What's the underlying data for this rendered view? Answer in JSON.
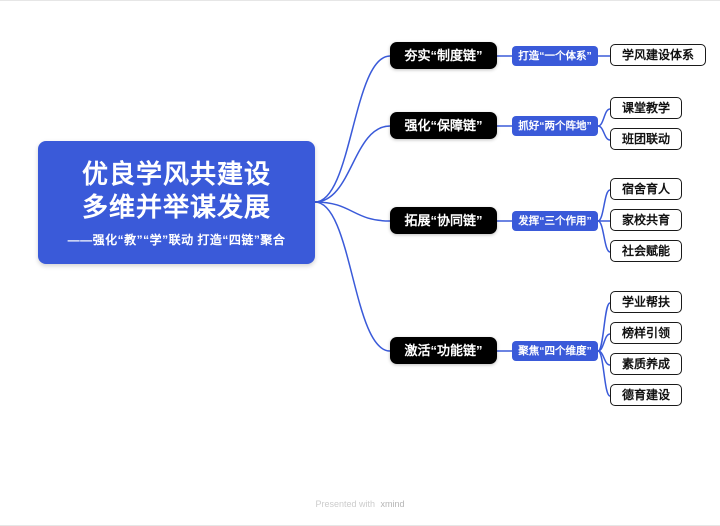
{
  "root": {
    "title_line1": "优良学风共建设",
    "title_line2": "多维并举谋发展",
    "subtitle": "——强化“教”“学”联动 打造“四链”聚合"
  },
  "branches": [
    {
      "label": "夯实“制度链”",
      "sub": "打造“一个体系”",
      "leaves": [
        "学风建设体系"
      ]
    },
    {
      "label": "强化“保障链”",
      "sub": "抓好“两个阵地”",
      "leaves": [
        "课堂教学",
        "班团联动"
      ]
    },
    {
      "label": "拓展“协同链”",
      "sub": "发挥“三个作用”",
      "leaves": [
        "宿舍育人",
        "家校共育",
        "社会赋能"
      ]
    },
    {
      "label": "激活“功能链”",
      "sub": "聚焦“四个维度”",
      "leaves": [
        "学业帮扶",
        "榜样引领",
        "素质养成",
        "德育建设"
      ]
    }
  ],
  "colors": {
    "accent_blue": "#3a5ad9",
    "node_black": "#000000",
    "leaf_border": "#1a1a1a",
    "background": "#ffffff"
  },
  "footer": {
    "prefix": "Presented with",
    "brand": "xmind"
  }
}
